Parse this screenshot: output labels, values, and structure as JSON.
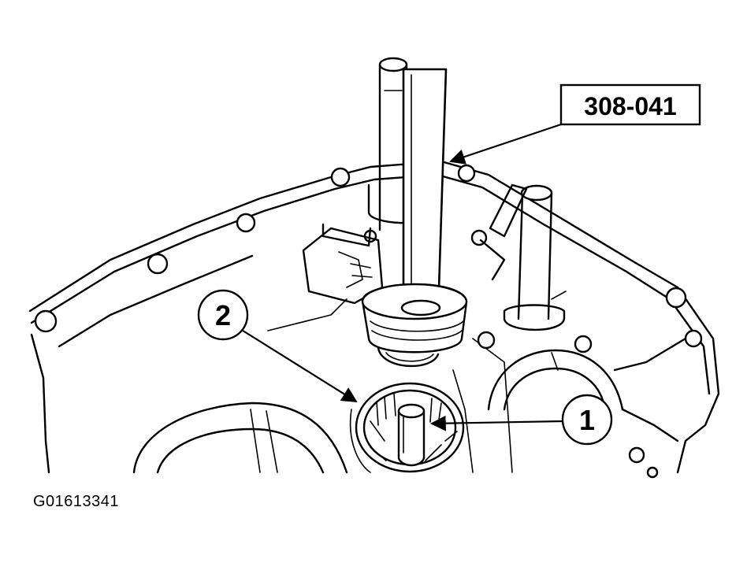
{
  "tool_label": "308-041",
  "callouts": [
    {
      "number": "1"
    },
    {
      "number": "2"
    }
  ],
  "figure_id": "G01613341"
}
